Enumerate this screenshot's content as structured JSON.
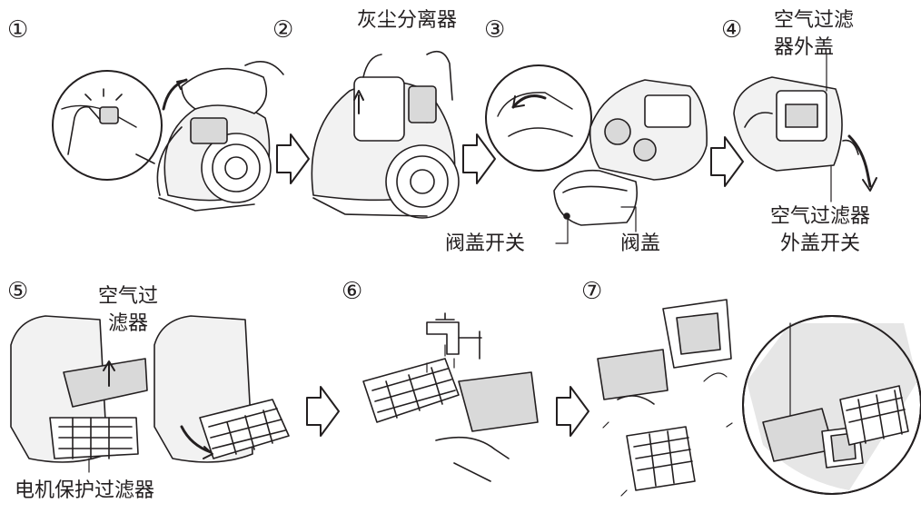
{
  "steps": {
    "s1": "①",
    "s2": "②",
    "s3": "③",
    "s4": "④",
    "s5": "⑤",
    "s6": "⑥",
    "s7": "⑦"
  },
  "labels": {
    "dust_separator": "灰尘分离器",
    "air_filter_cover_line1": "空气过滤",
    "air_filter_cover_line2": "器外盖",
    "valve_cover_switch": "阀盖开关",
    "valve_cover": "阀盖",
    "air_filter_cover_switch_line1": "空气过滤器",
    "air_filter_cover_switch_line2": "外盖开关",
    "air_filter_line1": "空气过",
    "air_filter_line2": "滤器",
    "motor_protection_filter": "电机保护过滤器"
  },
  "colors": {
    "line": "#231f20",
    "fill_light": "#f2f2f2",
    "fill_mid": "#d9d9d9",
    "fill_dark": "#9a9a9a",
    "circle_bg": "#e6e6e6"
  }
}
